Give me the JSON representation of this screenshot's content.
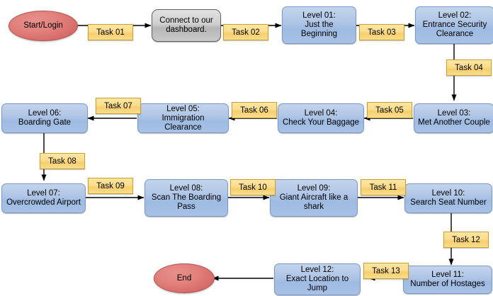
{
  "diagram": {
    "title": "Airport Journey Flowchart",
    "colors": {
      "process_fill": "#a8c1e6",
      "process_border": "#7a9ac4",
      "grey_fill": "#c9c9c9",
      "grey_border": "#636363",
      "terminator_fill": "#d66a67",
      "terminator_border": "#b1534f",
      "label_fill": "#fadd93",
      "label_border": "#c9a227",
      "connector": "#000000",
      "background": "#ffffff"
    },
    "nodes": [
      {
        "id": "start",
        "shape": "ellipse",
        "label": "Start/Login"
      },
      {
        "id": "connect",
        "shape": "rounded",
        "label": "Connect to our dashboard."
      },
      {
        "id": "lvl01",
        "shape": "rounded",
        "label": "Level 01:\nJust the Beginning"
      },
      {
        "id": "lvl02",
        "shape": "rounded",
        "label": "Level 02:\nEntrance Security Clearance"
      },
      {
        "id": "lvl03",
        "shape": "rounded",
        "label": "Level 03:\nMet Another Couple"
      },
      {
        "id": "lvl04",
        "shape": "rounded",
        "label": "Level 04:\nCheck Your Baggage"
      },
      {
        "id": "lvl05",
        "shape": "rounded",
        "label": "Level 05:\nImmigration Clearance"
      },
      {
        "id": "lvl06",
        "shape": "rounded",
        "label": "Level 06:\nBoarding Gate"
      },
      {
        "id": "lvl07",
        "shape": "rounded",
        "label": "Level 07:\nOvercrowded Airport"
      },
      {
        "id": "lvl08",
        "shape": "rounded",
        "label": "Level 08:\nScan The Boarding Pass"
      },
      {
        "id": "lvl09",
        "shape": "rounded",
        "label": "Level 09:\nGiant Aircraft like a shark"
      },
      {
        "id": "lvl10",
        "shape": "rounded",
        "label": "Level 10:\nSearch Seat Number"
      },
      {
        "id": "lvl11",
        "shape": "rounded",
        "label": "Level 11:\nNumber of Hostages"
      },
      {
        "id": "lvl12",
        "shape": "rounded",
        "label": "Level 12:\nExact Location to Jump"
      },
      {
        "id": "end",
        "shape": "ellipse",
        "label": "End"
      }
    ],
    "edges": [
      {
        "label": "Task 01",
        "from": "start",
        "to": "connect"
      },
      {
        "label": "Task 02",
        "from": "connect",
        "to": "lvl01"
      },
      {
        "label": "Task 03",
        "from": "lvl01",
        "to": "lvl02"
      },
      {
        "label": "Task 04",
        "from": "lvl02",
        "to": "lvl03"
      },
      {
        "label": "Task 05",
        "from": "lvl03",
        "to": "lvl04"
      },
      {
        "label": "Task 06",
        "from": "lvl04",
        "to": "lvl05"
      },
      {
        "label": "Task 07",
        "from": "lvl05",
        "to": "lvl06"
      },
      {
        "label": "Task 08",
        "from": "lvl06",
        "to": "lvl07"
      },
      {
        "label": "Task 09",
        "from": "lvl07",
        "to": "lvl08"
      },
      {
        "label": "Task 10",
        "from": "lvl08",
        "to": "lvl09"
      },
      {
        "label": "Task 11",
        "from": "lvl09",
        "to": "lvl10"
      },
      {
        "label": "Task 12",
        "from": "lvl10",
        "to": "lvl11"
      },
      {
        "label": "Task 13",
        "from": "lvl11",
        "to": "lvl12"
      },
      {
        "label": "",
        "from": "lvl12",
        "to": "end"
      }
    ],
    "node_text": {
      "start": {
        "line1": "Start/Login"
      },
      "connect": {
        "line1": "Connect to our",
        "line2": "dashboard."
      },
      "lvl01": {
        "line1": "Level 01:",
        "line2": "Just the",
        "line3": "Beginning"
      },
      "lvl02": {
        "line1": "Level 02:",
        "line2": "Entrance Security",
        "line3": "Clearance"
      },
      "lvl03": {
        "line1": "Level 03:",
        "line2": "Met Another Couple"
      },
      "lvl04": {
        "line1": "Level 04:",
        "line2": "Check Your Baggage"
      },
      "lvl05": {
        "line1": "Level 05:",
        "line2": "Immigration",
        "line3": "Clearance"
      },
      "lvl06": {
        "line1": "Level 06:",
        "line2": "Boarding Gate"
      },
      "lvl07": {
        "line1": "Level 07:",
        "line2": "Overcrowded Airport"
      },
      "lvl08": {
        "line1": "Level 08:",
        "line2": "Scan The Boarding",
        "line3": "Pass"
      },
      "lvl09": {
        "line1": "Level 09:",
        "line2": "Giant Aircraft like a",
        "line3": "shark"
      },
      "lvl10": {
        "line1": "Level 10:",
        "line2": "Search Seat Number"
      },
      "lvl11": {
        "line1": "Level 11:",
        "line2": "Number of Hostages"
      },
      "lvl12": {
        "line1": "Level 12:",
        "line2": "Exact Location to",
        "line3": "Jump"
      },
      "end": {
        "line1": "End"
      }
    },
    "edge_text": {
      "t01": "Task 01",
      "t02": "Task 02",
      "t03": "Task 03",
      "t04": "Task 04",
      "t05": "Task 05",
      "t06": "Task 06",
      "t07": "Task 07",
      "t08": "Task 08",
      "t09": "Task 09",
      "t10": "Task 10",
      "t11": "Task 11",
      "t12": "Task 12",
      "t13": "Task 13"
    }
  }
}
